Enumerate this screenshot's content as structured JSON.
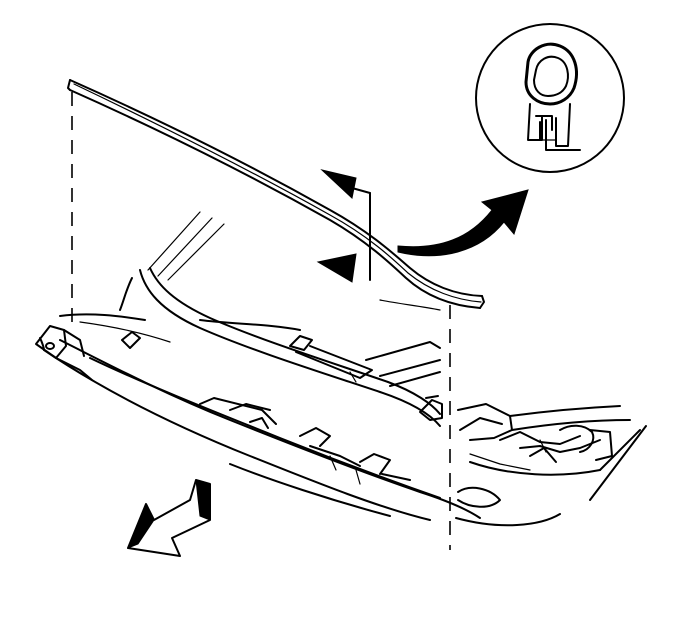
{
  "figure": {
    "parts": [
      "cowl-weatherstrip",
      "weatherstrip-cross-section-detail",
      "cowl-panel",
      "air-inlet-grille-area",
      "hood-hinge-bracket",
      "fender-apron"
    ],
    "icons": {
      "install_arrows": "install-direction-arrow",
      "detail_arrow": "detail-callout-arrow",
      "front_arrow": "vehicle-front-arrow"
    },
    "line_color": "#000000",
    "background": "#ffffff"
  }
}
